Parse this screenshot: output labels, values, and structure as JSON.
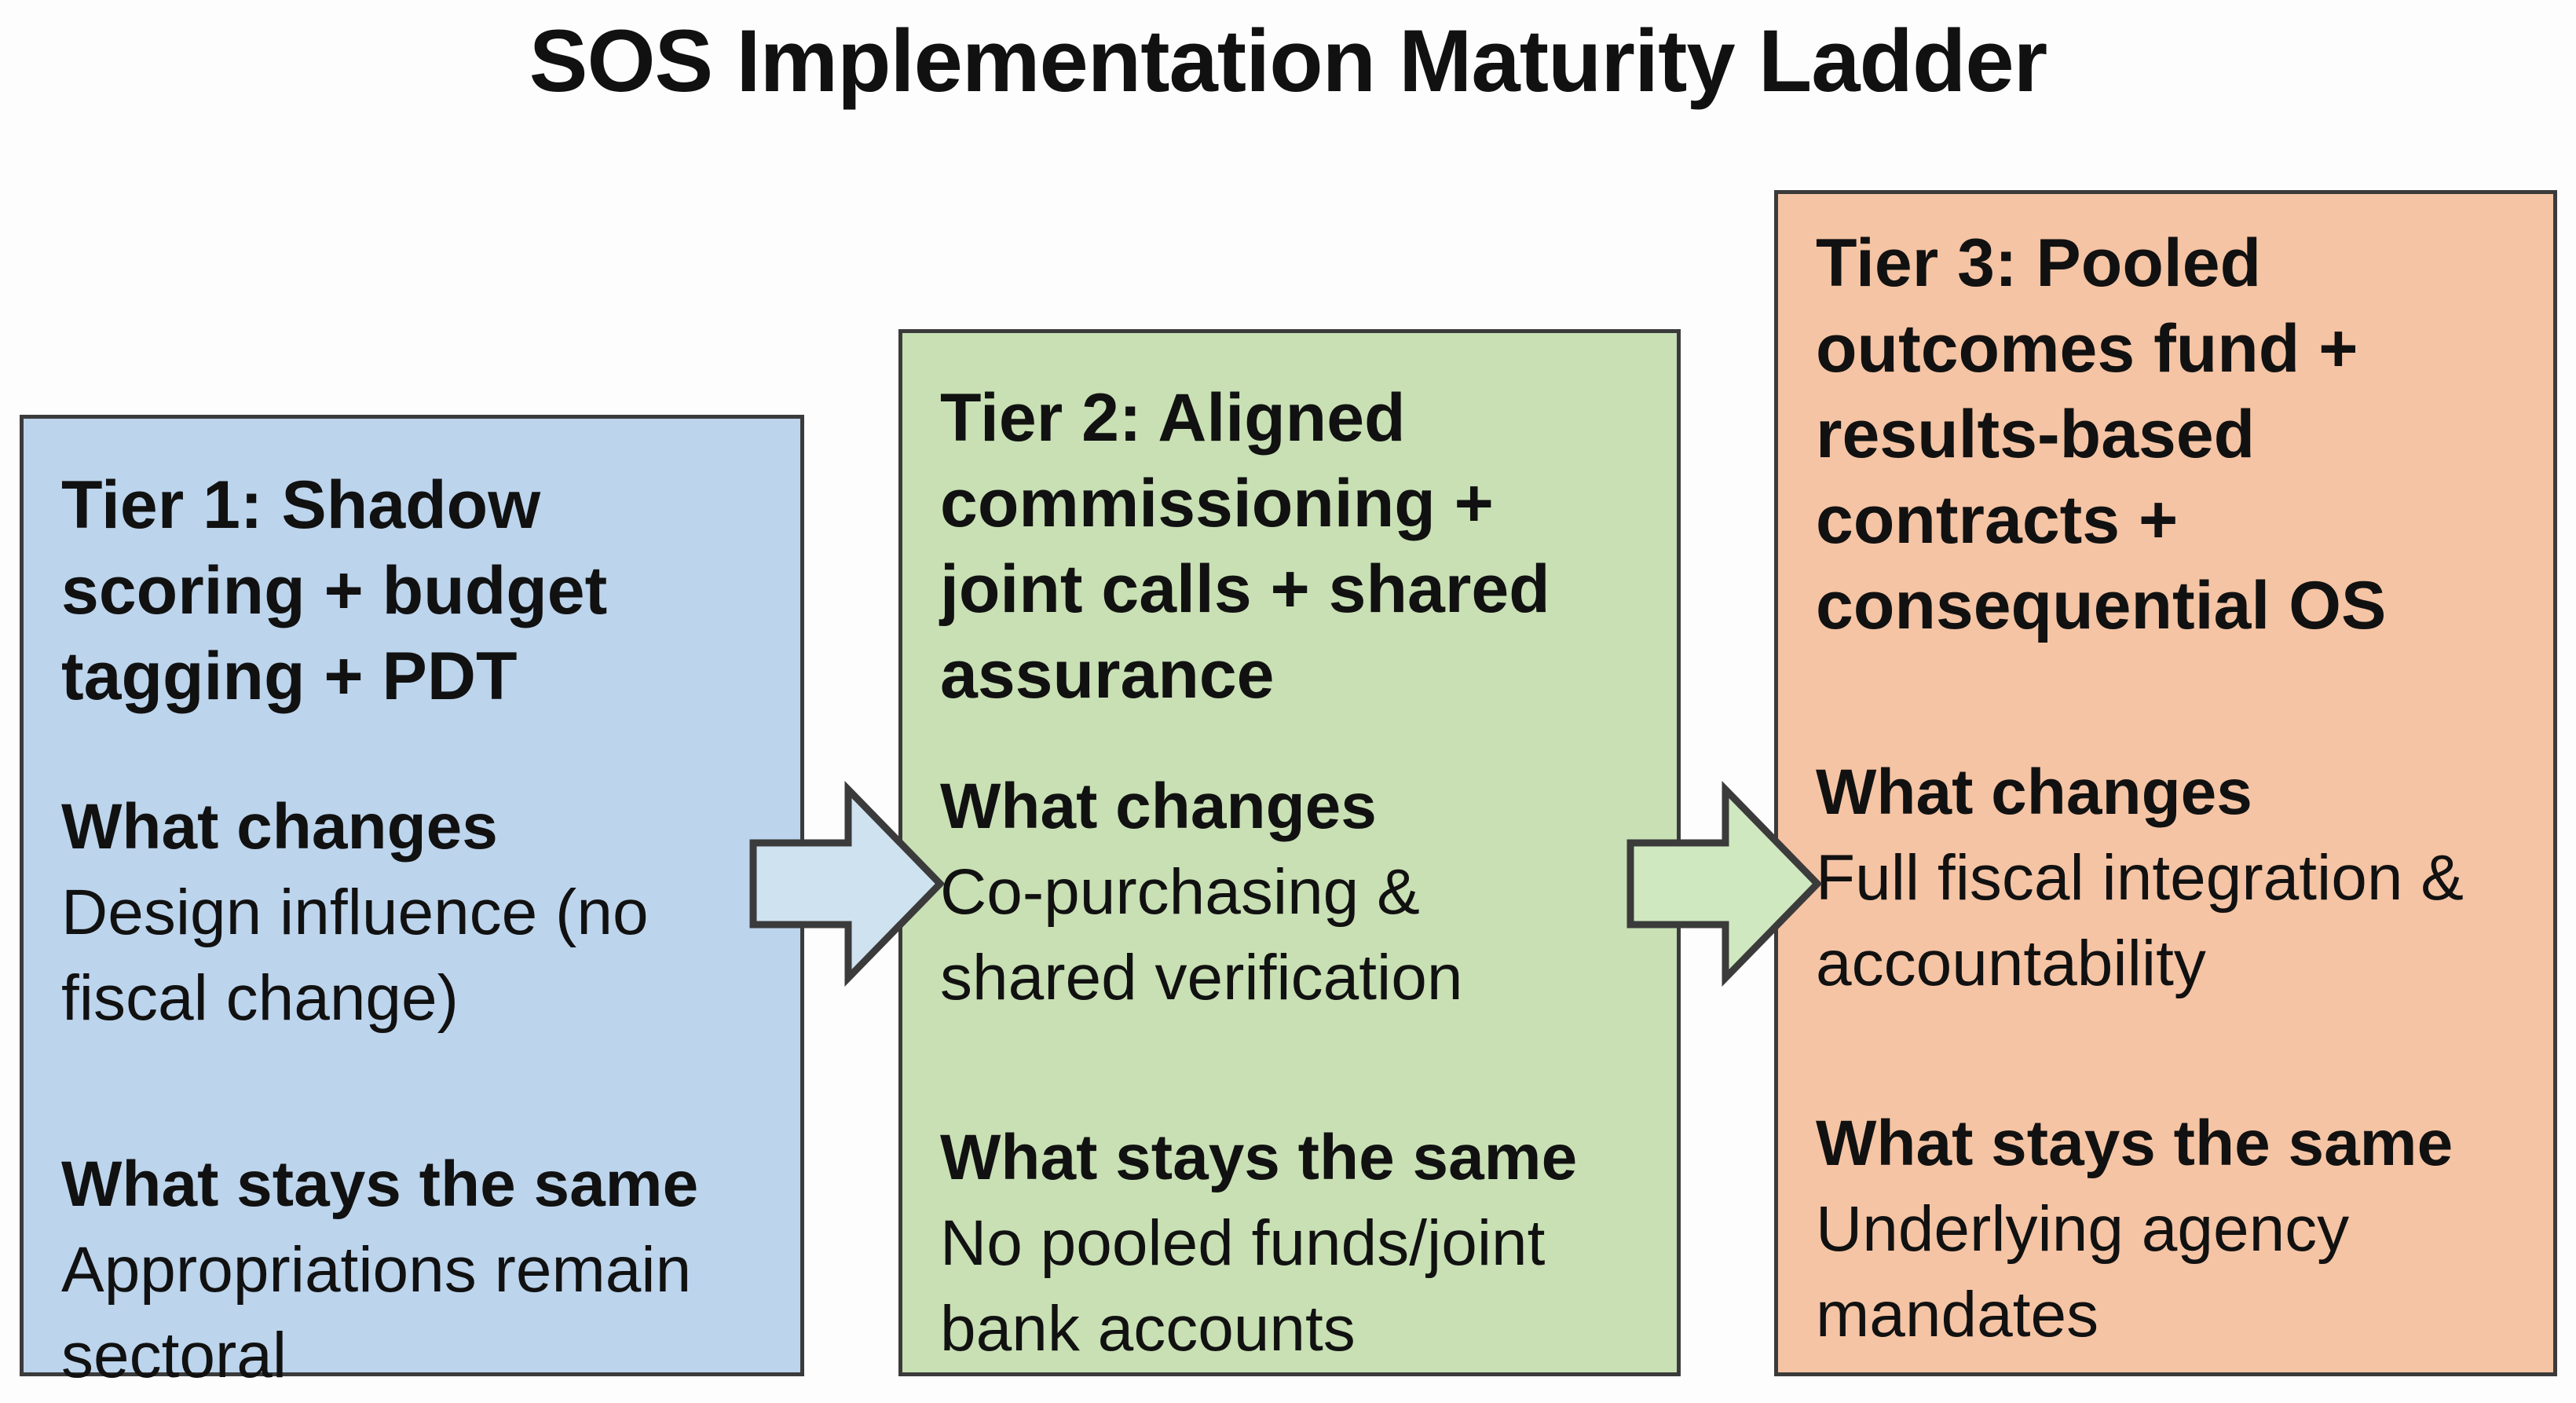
{
  "title": "SOS Implementation Maturity Ladder",
  "colors": {
    "tier1_fill": "#bcd4ec",
    "tier2_fill": "#c8e0b4",
    "tier3_fill": "#f5c4a4",
    "arrow_fill": "#cfe2f0",
    "border": "#3b3b3b"
  },
  "tiers": [
    {
      "heading": "Tier 1: Shadow scoring + budget tagging + PDT",
      "changes_label": "What changes",
      "changes_text": "Design influence (no fiscal change)",
      "same_label": "What stays the same",
      "same_text": "Appropriations remain sectoral"
    },
    {
      "heading": "Tier 2: Aligned commissioning + joint calls + shared assurance",
      "changes_label": "What changes",
      "changes_text": "Co-purchasing & shared verification",
      "same_label": "What stays the same",
      "same_text": "No pooled funds/joint bank accounts"
    },
    {
      "heading": "Tier 3: Pooled outcomes fund + results-based contracts + consequential OS",
      "changes_label": "What changes",
      "changes_text": "Full fiscal integration & accountability",
      "same_label": "What stays the same",
      "same_text": "Underlying agency mandates"
    }
  ],
  "arrows": [
    {
      "from": "tier-1",
      "to": "tier-2",
      "icon": "right-arrow-icon"
    },
    {
      "from": "tier-2",
      "to": "tier-3",
      "icon": "right-arrow-icon"
    }
  ]
}
